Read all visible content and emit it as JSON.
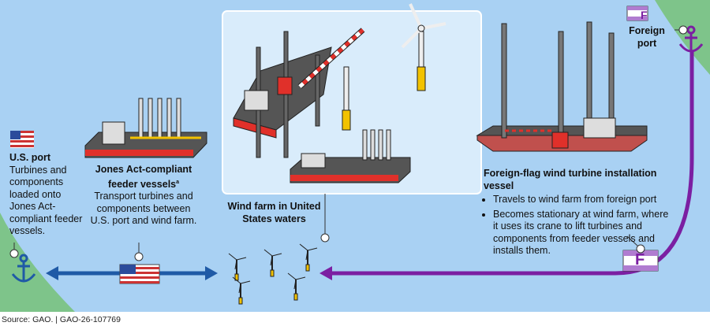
{
  "us_port": {
    "title": "U.S. port",
    "description": "Turbines and components loaded onto Jones Act-compliant feeder vessels."
  },
  "feeder": {
    "title": "Jones Act-compliant feeder vessels",
    "footnote_mark": "a",
    "description": "Transport turbines and components between U.S. port and wind farm."
  },
  "wind_farm": {
    "title": "Wind farm in United States waters"
  },
  "installation_vessel": {
    "title": "Foreign-flag wind turbine installation vessel",
    "bullets": [
      "Travels to wind farm from foreign port",
      "Becomes stationary at wind farm, where it uses its crane to lift turbines and components from feeder vessels and installs them."
    ]
  },
  "foreign_port": {
    "title": "Foreign port",
    "flag_letter": "F"
  },
  "source": "Source: GAO.  |  GAO-26-107769",
  "colors": {
    "water": "#a9d1f3",
    "land": "#7ec48a",
    "us_route": "#1f5aa6",
    "foreign_route": "#7b1fa2",
    "hull_red": "#e0302a"
  }
}
